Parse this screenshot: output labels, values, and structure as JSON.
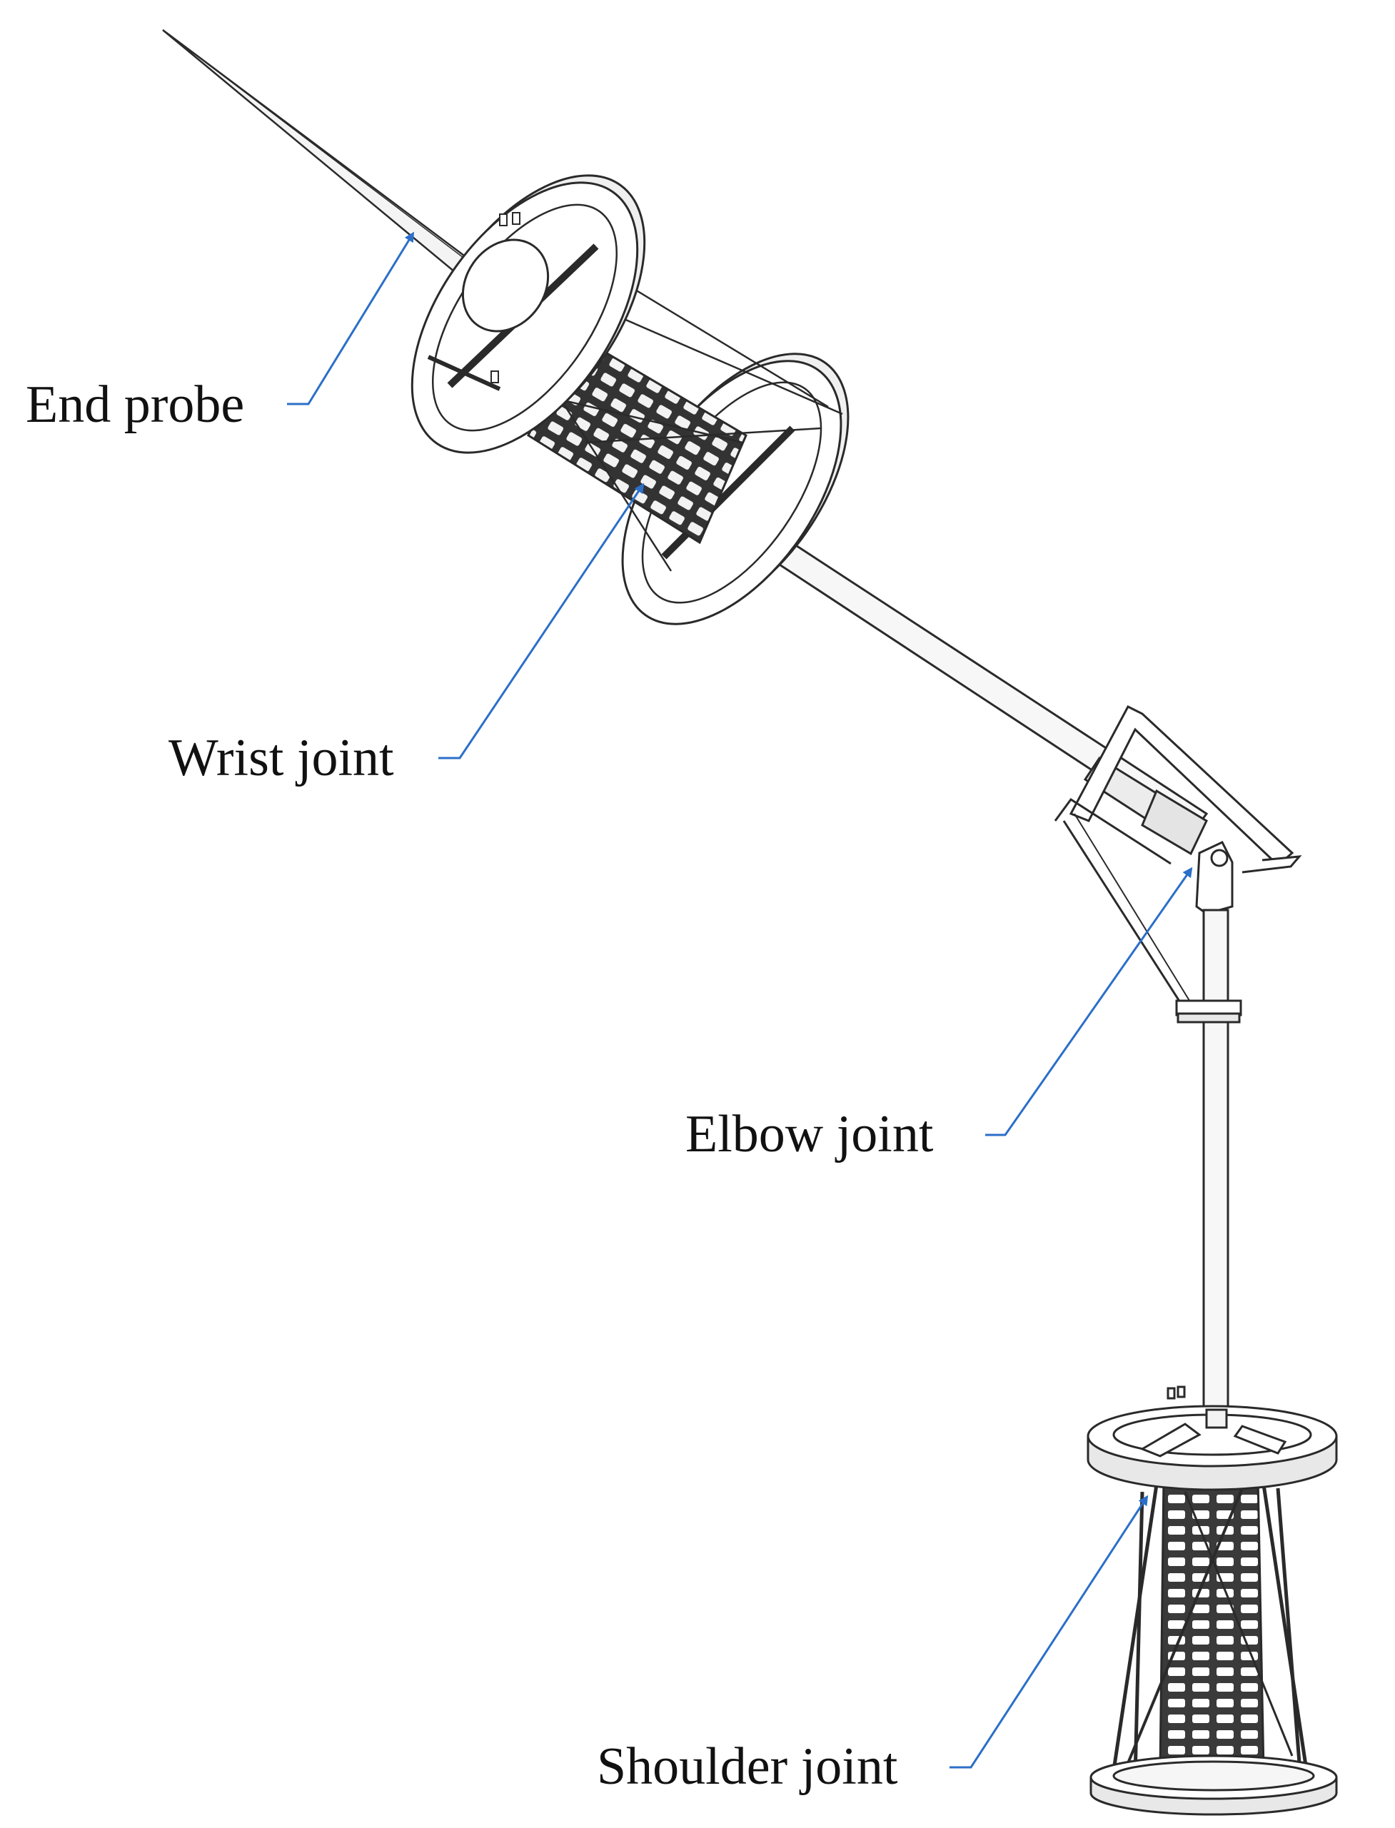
{
  "figure": {
    "labels": {
      "end_probe": "End probe",
      "wrist_joint": "Wrist joint",
      "elbow_joint": "Elbow joint",
      "shoulder_joint": "Shoulder joint"
    },
    "colors": {
      "leader_line": "#2b6fc8",
      "outline": "#2a2a2a",
      "fill": "#ffffff",
      "shade": "#d9d9d9",
      "lattice": "#3a3a3a"
    },
    "icons": [
      "arrow-head-icon"
    ]
  }
}
